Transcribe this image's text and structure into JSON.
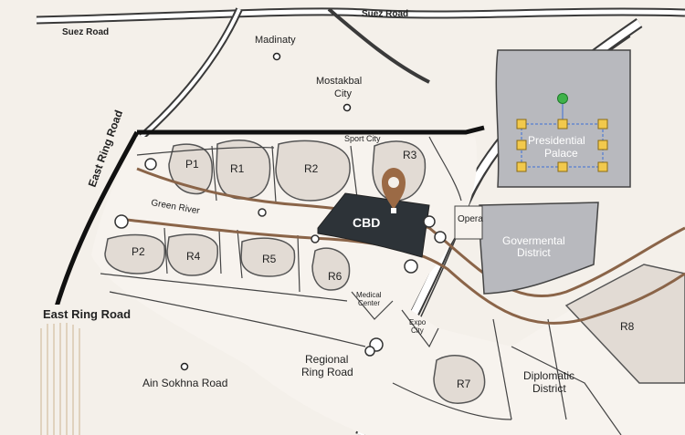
{
  "roads": {
    "suez_road_top": "Suez Road",
    "suez_road_left": "Suez Road",
    "east_ring_road_diag": "East Ring Road",
    "east_ring_road_box": "East Ring Road",
    "green_river": "Green River",
    "sport_city": "Sport City",
    "regional_ring_road_1": "Regional",
    "regional_ring_road_2": "Ring Road",
    "ain_sokhna_road": "Ain Sokhna Road"
  },
  "places": {
    "madinaty": "Madinaty",
    "mostakbal_1": "Mostakbal",
    "mostakbal_2": "City",
    "opera": "Opera",
    "medical_1": "Medical",
    "medical_2": "Center",
    "expo_1": "Expo",
    "expo_2": "City",
    "presidential_1": "Presidential",
    "presidential_2": "Palace",
    "governmental_1": "Govermental",
    "governmental_2": "District",
    "diplomatic_1": "Diplomatic",
    "diplomatic_2": "District",
    "cbd": "CBD"
  },
  "zones": {
    "p1": "P1",
    "p2": "P2",
    "r1": "R1",
    "r2": "R2",
    "r3": "R3",
    "r4": "R4",
    "r5": "R5",
    "r6": "R6",
    "r7": "R7",
    "r8": "R8"
  },
  "colors": {
    "background": "#f4f0ea",
    "block": "#e2dbd4",
    "road": "#ffffff",
    "road_edge": "#3a3a3a",
    "river": "#8a6448",
    "cbd": "#2d3338",
    "gov": "#b8b9be",
    "pin": "#9b6a45",
    "handle": "#f2c94c",
    "rotate_handle": "#3fb24a"
  },
  "icons": {
    "location_pin": "location-pin-icon",
    "selection_handles": "selection-handle-icon",
    "rotate_handle": "rotate-handle-icon"
  }
}
